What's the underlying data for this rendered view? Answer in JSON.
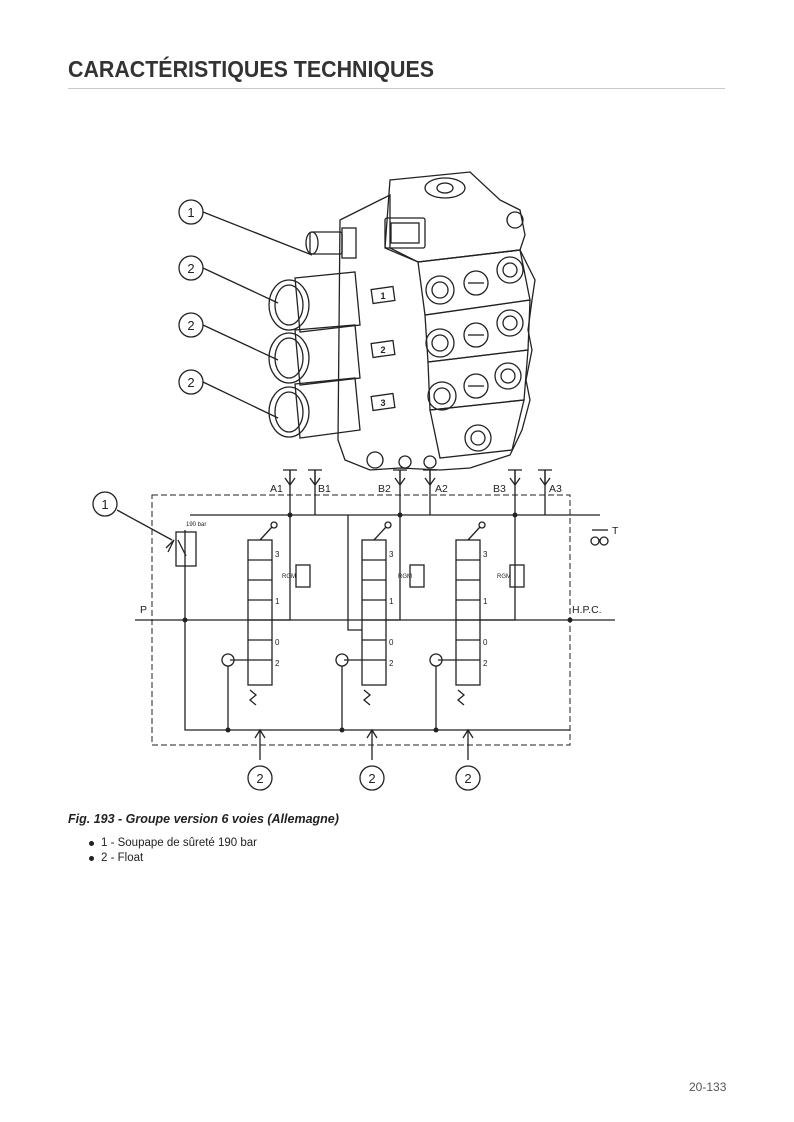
{
  "header": {
    "title": "CARACTÉRISTIQUES TECHNIQUES"
  },
  "figure": {
    "callouts": {
      "top": [
        "1",
        "2",
        "2",
        "2"
      ],
      "left": "1",
      "bottom": [
        "2",
        "2",
        "2"
      ]
    },
    "ports": [
      "A1",
      "B1",
      "B2",
      "A2",
      "B3",
      "A3"
    ],
    "labels": {
      "tank": "T",
      "pressure": "P",
      "hpc": "H.P.C.",
      "relief_setting": "190 bar",
      "rgm": "RGM",
      "section_numbers": [
        "1",
        "2",
        "3"
      ],
      "spool_positions": [
        "3",
        "1",
        "0",
        "2"
      ]
    },
    "caption": "Fig. 193 - Groupe version 6 voies (Allemagne)",
    "legend": [
      "1 - Soupape de sûreté 190 bar",
      "2 - Float"
    ]
  },
  "footer": {
    "page_number": "20-133"
  }
}
